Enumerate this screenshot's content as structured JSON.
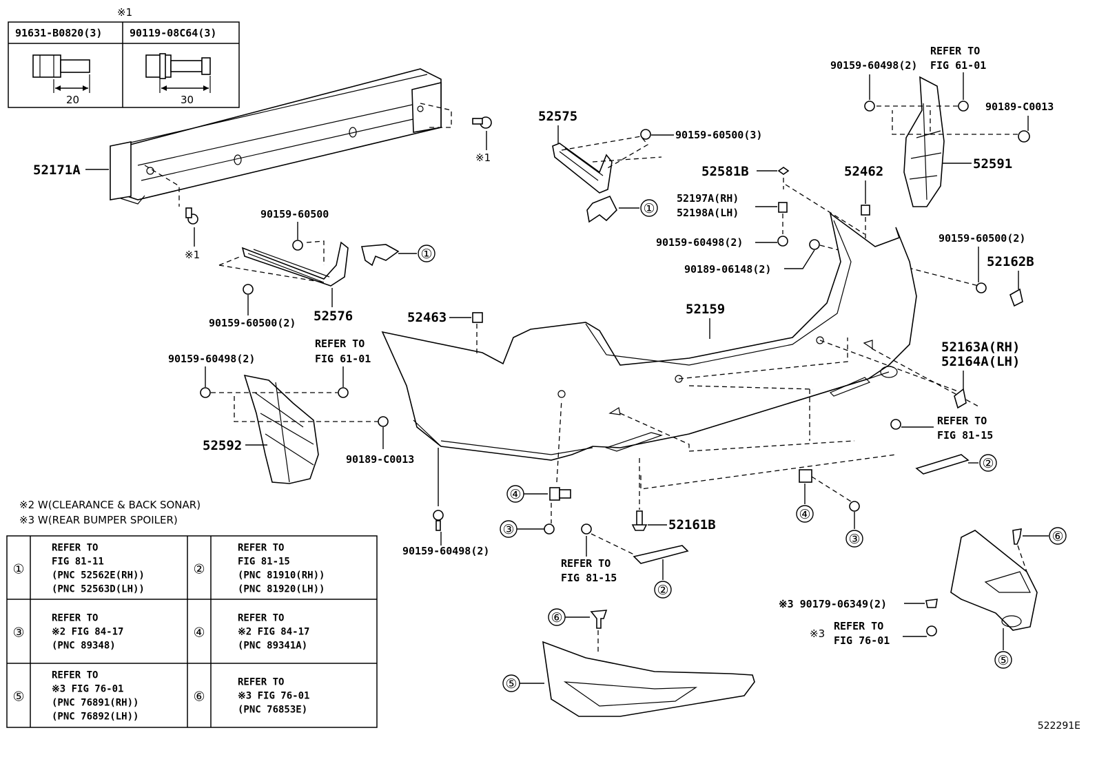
{
  "fastener_table": {
    "mark": "※1",
    "items": [
      {
        "part_no": "91631-B0820(3)",
        "length": "20"
      },
      {
        "part_no": "90119-08C64(3)",
        "length": "30"
      }
    ]
  },
  "labels": {
    "p52171A": "52171A",
    "star1_a": "※1",
    "star1_b": "※1",
    "p52575": "52575",
    "p90159_60500_3": "90159-60500(3)",
    "p90159_60500": "90159-60500",
    "p90159_60500_2a": "90159-60500(2)",
    "p52576": "52576",
    "refer_61_01_top_1": "REFER TO",
    "refer_61_01_top_2": "FIG 61-01",
    "p90159_60498_2_top": "90159-60498(2)",
    "p90189_C0013_top": "90189-C0013",
    "p52591": "52591",
    "p52581B": "52581B",
    "p52462": "52462",
    "p52197A": "52197A(RH)",
    "p52198A": "52198A(LH)",
    "p90159_60498_2_mid": "90159-60498(2)",
    "p90189_06148": "90189-06148(2)",
    "p90159_60500_2b": "90159-60500(2)",
    "p52162B": "52162B",
    "p52463": "52463",
    "p52159": "52159",
    "p90159_60498_2_left": "90159-60498(2)",
    "refer_61_01_left_1": "REFER TO",
    "refer_61_01_left_2": "FIG 61-01",
    "p52592": "52592",
    "p90189_C0013_left": "90189-C0013",
    "p52163A": "52163A(RH)",
    "p52164A": "52164A(LH)",
    "refer_81_15_r_1": "REFER TO",
    "refer_81_15_r_2": "FIG 81-15",
    "note2": "※2 W(CLEARANCE & BACK SONAR)",
    "note3": "※3 W(REAR BUMPER SPOILER)",
    "p90159_60498_2_bot": "90159-60498(2)",
    "p52161B": "52161B",
    "refer_81_15_c_1": "REFER TO",
    "refer_81_15_c_2": "FIG 81-15",
    "p90179_06349": "※3 90179-06349(2)",
    "refer_76_01_r_mark": "※3",
    "refer_76_01_r_1": "REFER TO",
    "refer_76_01_r_2": "FIG 76-01",
    "figure_id": "522291E"
  },
  "circled": {
    "c1": "①",
    "c2": "②",
    "c3": "③",
    "c4": "④",
    "c5": "⑤",
    "c6": "⑥"
  },
  "legend": [
    {
      "mark": "①",
      "lines": [
        "REFER TO",
        "FIG 81-11",
        "(PNC 52562E(RH))",
        "(PNC 52563D(LH))"
      ]
    },
    {
      "mark": "②",
      "lines": [
        "REFER TO",
        "FIG 81-15",
        "(PNC 81910(RH))",
        "(PNC 81920(LH))"
      ]
    },
    {
      "mark": "③",
      "lines": [
        "REFER TO",
        "※2 FIG 84-17",
        "(PNC 89348)"
      ]
    },
    {
      "mark": "④",
      "lines": [
        "REFER TO",
        "※2 FIG 84-17",
        "(PNC 89341A)"
      ]
    },
    {
      "mark": "⑤",
      "lines": [
        "REFER TO",
        "※3 FIG 76-01",
        "(PNC 76891(RH))",
        "(PNC 76892(LH))"
      ]
    },
    {
      "mark": "⑥",
      "lines": [
        "REFER TO",
        "※3 FIG 76-01",
        "(PNC 76853E)"
      ]
    }
  ]
}
